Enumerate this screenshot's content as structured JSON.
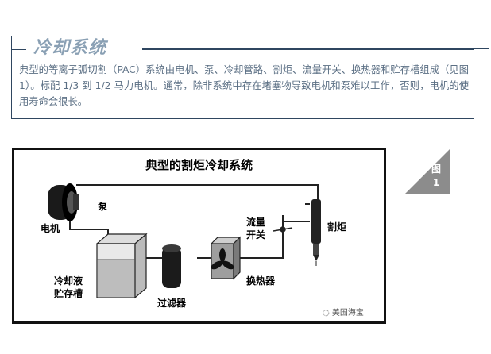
{
  "section": {
    "title": "冷却系统",
    "intro": "典型的等离子弧切割（PAC）系统由电机、泵、冷却管路、割炬、流量开关、换热器和贮存槽组成（见图 1）。标配 1/3 到 1/2 马力电机。通常，除非系统中存在堵塞物导致电机和泵难以工作，否则，电机的使用寿命会很长。"
  },
  "figure": {
    "title": "典型的割炬冷却系统",
    "labels": {
      "pump": "泵",
      "motor": "电机",
      "flow_switch_1": "流量",
      "flow_switch_2": "开关",
      "torch": "割炬",
      "coolant_1": "冷却液",
      "coolant_2": "贮存槽",
      "filter": "过滤器",
      "heat_exchanger": "换热器"
    },
    "watermark": "美国海宝"
  },
  "badge": {
    "line1": "图",
    "line2": "1",
    "color": "#8c8c8c"
  },
  "colors": {
    "frame": "#2f4660",
    "title": "#8aa0b4",
    "text": "#5b6f84"
  }
}
